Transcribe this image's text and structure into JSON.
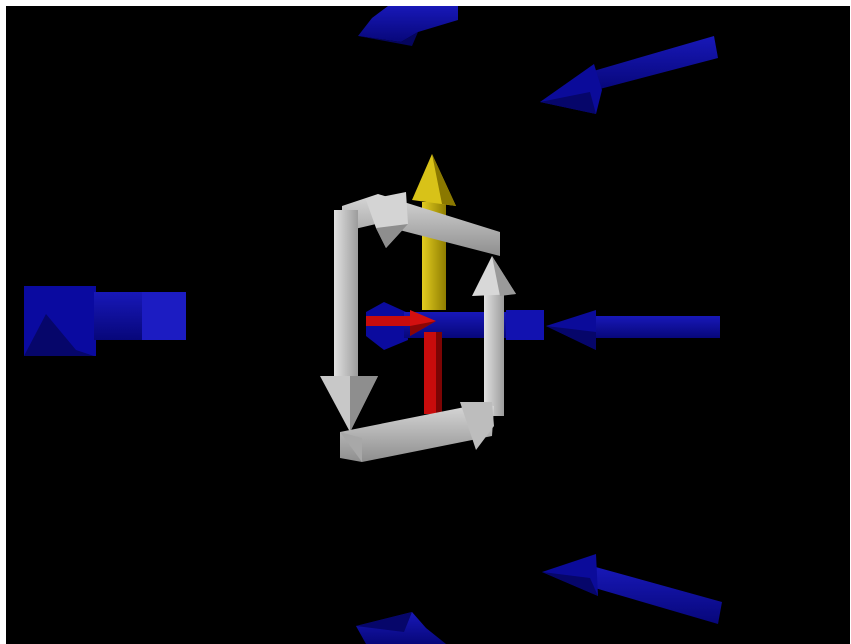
{
  "scene": {
    "background_color": "#000000",
    "frame_color": "#ffffff",
    "field_arrow_color": "#0a0a9a",
    "loop_color": "#c8c8c8",
    "current_axis_color": "#c8b400",
    "force_axis_color": "#d01010",
    "objects": [
      "field-arrow-top-left",
      "field-arrow-top-right",
      "field-arrow-left",
      "field-arrow-center",
      "field-arrow-right",
      "field-arrow-bottom-right",
      "field-arrow-bottom-left",
      "current-loop",
      "yellow-up-arrow",
      "red-arrow"
    ]
  }
}
